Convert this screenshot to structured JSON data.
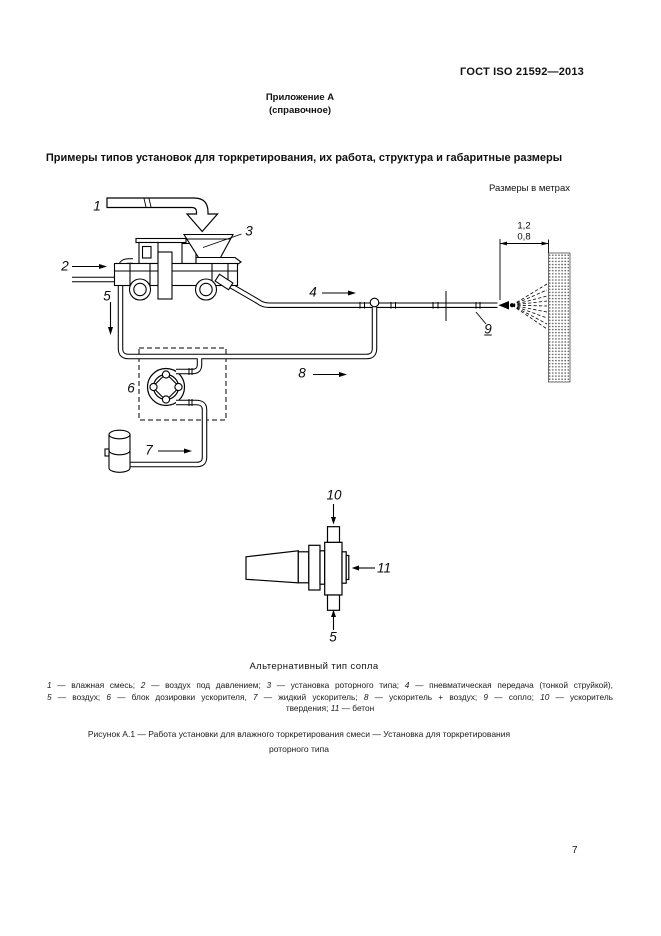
{
  "doc": {
    "header_right": "ГОСТ ISO 21592—2013",
    "annex": {
      "line1": "Приложение А",
      "line2": "(справочное)"
    },
    "title": "Примеры типов установок для торкретирования, их работа, структура и габаритные размеры",
    "units_note": "Размеры в метрах",
    "alt_nozzle_caption": "Альтернативный тип сопла",
    "caption": {
      "line1": "Рисунок А.1 — Работа установки для влажного торкретирования смеси — Установка для торкретирования",
      "line2": "роторного типа"
    },
    "page_number": "7"
  },
  "labels": {
    "l1": "1",
    "l2": "2",
    "l3": "3",
    "l4": "4",
    "l5": "5",
    "l6": "6",
    "l7": "7",
    "l8": "8",
    "l9": "9",
    "l10": "10",
    "l11": "11",
    "l5b": "5"
  },
  "dims": {
    "d_top": "1,2",
    "d_bottom": "0,8"
  },
  "legend": {
    "lines": [
      [
        {
          "t": "1",
          "i": true
        },
        {
          "t": " — влажная смесь; "
        },
        {
          "t": "2",
          "i": true
        },
        {
          "t": " — воздух под давлением; "
        },
        {
          "t": "3",
          "i": true
        },
        {
          "t": " — установка роторного типа; "
        },
        {
          "t": "4",
          "i": true
        },
        {
          "t": " — пневматическая передача (тонкой струйкой),"
        }
      ],
      [
        {
          "t": "5",
          "i": true
        },
        {
          "t": " — воздух; "
        },
        {
          "t": "6",
          "i": true
        },
        {
          "t": " — блок дозировки ускорителя, "
        },
        {
          "t": "7",
          "i": true
        },
        {
          "t": " — жидкий ускоритель; "
        },
        {
          "t": "8",
          "i": true
        },
        {
          "t": " — ускоритель + воздух; "
        },
        {
          "t": "9",
          "i": true
        },
        {
          "t": " — сопло; "
        },
        {
          "t": "10",
          "i": true
        },
        {
          "t": " — ускоритель"
        }
      ],
      [
        {
          "t": "твердения; "
        },
        {
          "t": "11",
          "i": true
        },
        {
          "t": " — бетон"
        }
      ]
    ]
  }
}
